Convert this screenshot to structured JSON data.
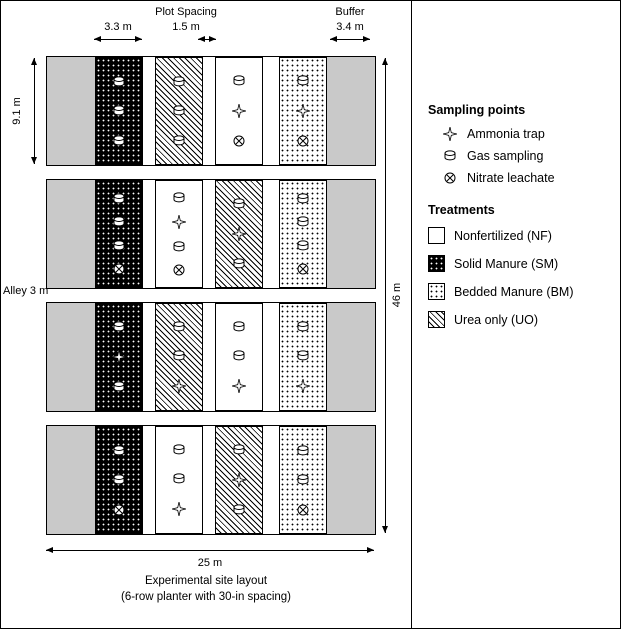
{
  "diagram": {
    "annotations": {
      "plot_width": "3.3 m",
      "plot_spacing_label": "Plot Spacing",
      "plot_spacing_value": "1.5 m",
      "buffer_label": "Buffer",
      "buffer_value": "3.4 m",
      "plot_height": "9.1 m",
      "alley": "Alley 3 m",
      "field_length": "46 m",
      "field_width": "25 m"
    },
    "caption": {
      "line1": "Experimental site layout",
      "line2": "(6-row planter with 30-in spacing)"
    },
    "blocks": [
      {
        "plots": [
          {
            "treatment": "SM",
            "icons": [
              "gas",
              "gas",
              "gas"
            ]
          },
          {
            "treatment": "UO",
            "icons": [
              "gas",
              "gas",
              "gas"
            ]
          },
          {
            "treatment": "NF",
            "icons": [
              "gas",
              "trap",
              "leachate"
            ]
          },
          {
            "treatment": "BM",
            "icons": [
              "gas",
              "trap",
              "leachate"
            ]
          }
        ]
      },
      {
        "plots": [
          {
            "treatment": "SM",
            "icons": [
              "gas",
              "gas",
              "gas",
              "leachate"
            ]
          },
          {
            "treatment": "NF",
            "icons": [
              "gas",
              "trap",
              "gas",
              "leachate"
            ]
          },
          {
            "treatment": "UO",
            "icons": [
              "gas",
              "trap",
              "gas"
            ]
          },
          {
            "treatment": "BM",
            "icons": [
              "gas",
              "gas",
              "gas",
              "leachate"
            ]
          }
        ]
      },
      {
        "plots": [
          {
            "treatment": "SM",
            "icons": [
              "gas",
              "trap",
              "gas"
            ]
          },
          {
            "treatment": "UO",
            "icons": [
              "gas",
              "gas",
              "trap"
            ]
          },
          {
            "treatment": "NF",
            "icons": [
              "gas",
              "gas",
              "trap"
            ]
          },
          {
            "treatment": "BM",
            "icons": [
              "gas",
              "gas",
              "trap"
            ]
          }
        ]
      },
      {
        "plots": [
          {
            "treatment": "SM",
            "icons": [
              "gas",
              "gas",
              "leachate"
            ]
          },
          {
            "treatment": "NF",
            "icons": [
              "gas",
              "gas",
              "trap"
            ]
          },
          {
            "treatment": "UO",
            "icons": [
              "gas",
              "trap",
              "gas"
            ]
          },
          {
            "treatment": "BM",
            "icons": [
              "gas",
              "gas",
              "leachate"
            ]
          }
        ]
      }
    ]
  },
  "legend": {
    "sampling_title": "Sampling points",
    "sampling_items": [
      {
        "icon": "ammonia-trap-icon",
        "label": "Ammonia trap"
      },
      {
        "icon": "gas-sampling-icon",
        "label": "Gas sampling"
      },
      {
        "icon": "nitrate-leachate-icon",
        "label": "Nitrate leachate"
      }
    ],
    "treatments_title": "Treatments",
    "treatment_items": [
      {
        "pattern": "nf",
        "label": "Nonfertilized (NF)"
      },
      {
        "pattern": "sm",
        "label": "Solid Manure (SM)"
      },
      {
        "pattern": "bm",
        "label": "Bedded Manure (BM)"
      },
      {
        "pattern": "uo",
        "label": "Urea only (UO)"
      }
    ]
  },
  "colors": {
    "buffer_gray": "#c9c9c9",
    "ink": "#000000"
  }
}
